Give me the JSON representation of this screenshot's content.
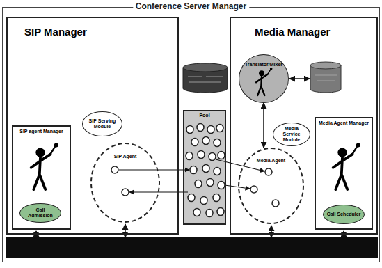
{
  "diagram": {
    "nodes": [
      {
        "text": [
          "Conference Server Manager"
        ]
      },
      {
        "text": [
          "SIP Manager"
        ],
        "in": 0
      },
      {
        "text": [
          "Media Manager"
        ],
        "in": 0
      },
      {
        "text": [
          "Pool"
        ],
        "in": 0
      },
      {
        "text": [
          "SIP agent Manager"
        ],
        "in": 1
      },
      {
        "text": [
          "Call Admission"
        ],
        "in": 4
      },
      {
        "text": [
          "SIP Serving Module"
        ],
        "in": 1
      },
      {
        "text": [
          "SIP Agent"
        ],
        "in": 1
      },
      {
        "text": [
          "Translator/Mixer"
        ],
        "in": 2
      },
      {
        "text": [
          "Media Service Module"
        ],
        "in": 2
      },
      {
        "text": [
          "Media Agent Manager"
        ],
        "in": 2
      },
      {
        "text": [
          "Call Scheduler"
        ],
        "in": 10
      },
      {
        "text": [
          "Media Agent"
        ],
        "in": 2
      }
    ],
    "edges": [
      {
        "from": 8,
        "to": 12,
        "arrow": "both"
      }
    ]
  }
}
